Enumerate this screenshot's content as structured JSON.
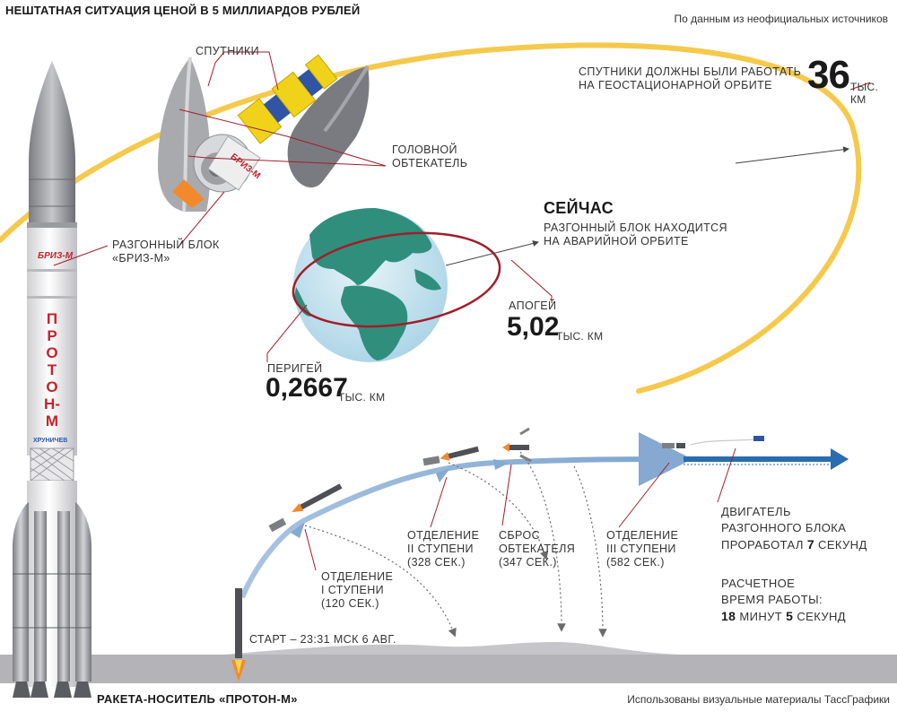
{
  "header": {
    "title": "НЕШТАТНАЯ СИТУАЦИЯ ЦЕНОЙ В 5 МИЛЛИАРДОВ РУБЛЕЙ",
    "source": "По данным из неофициальных источников"
  },
  "footer": {
    "rocket_caption": "РАКЕТА-НОСИТЕЛЬ «ПРОТОН-М»",
    "credit": "Использованы визуальные материалы ТассГрафики"
  },
  "rocket": {
    "breeze_mark": "БРИЗ-М",
    "name_vertical": "ПРОТОН-М",
    "maker": "ХРУНИЧЕВ"
  },
  "components": {
    "satellites": "СПУТНИКИ",
    "fairing_line1": "ГОЛОВНОЙ",
    "fairing_line2": "ОБТЕКАТЕЛЬ",
    "upper_stage_line1": "РАЗГОННЫЙ БЛОК",
    "upper_stage_line2": "«БРИЗ-М»",
    "breeze_mark": "БРИЗ-М"
  },
  "target_orbit": {
    "line1": "СПУТНИКИ ДОЛЖНЫ БЫЛИ РАБОТАТЬ",
    "line2": "НА ГЕОСТАЦИОНАРНОЙ ОРБИТЕ",
    "value": "36",
    "unit": "ТЫС. КМ"
  },
  "now": {
    "heading": "СЕЙЧАС",
    "line1": "РАЗГОННЫЙ БЛОК НАХОДИТСЯ",
    "line2": "НА АВАРИЙНОЙ ОРБИТЕ"
  },
  "apogee": {
    "label": "АПОГЕЙ",
    "value": "5,02",
    "unit": "ТЫС. КМ"
  },
  "perigee": {
    "label": "ПЕРИГЕЙ",
    "value": "0,2667",
    "unit": "ТЫС. КМ"
  },
  "events": {
    "start": "СТАРТ – 23:31 МСК 6 АВГ.",
    "stage1": {
      "line1": "ОТДЕЛЕНИЕ",
      "line2": "I СТУПЕНИ",
      "time": "(120 СЕК.)"
    },
    "stage2": {
      "line1": "ОТДЕЛЕНИЕ",
      "line2": "II СТУПЕНИ",
      "time": "(328 СЕК.)"
    },
    "fairing": {
      "line1": "СБРОС",
      "line2": "ОБТЕКАТЕЛЯ",
      "time": "(347 СЕК.)"
    },
    "stage3": {
      "line1": "ОТДЕЛЕНИЕ",
      "line2": "III СТУПЕНИ",
      "time": "(582 СЕК.)"
    }
  },
  "engine": {
    "line1": "ДВИГАТЕЛЬ",
    "line2": "РАЗГОННОГО БЛОКА",
    "line3": "ПРОРАБОТАЛ",
    "value": "7",
    "unit": "СЕКУНД"
  },
  "planned": {
    "line1": "РАСЧЕТНОЕ",
    "line2": "ВРЕМЯ РАБОТЫ:",
    "minutes": "18",
    "minutes_unit": "МИНУТ",
    "seconds": "5",
    "seconds_unit": "СЕКУНД"
  },
  "colors": {
    "orbit_yellow": "#f5c94c",
    "orbit_red": "#a01e2a",
    "flight_blue": "#7fa6cf",
    "arrow_blue": "#2a6cb0",
    "ocean": "#c9e4f0",
    "land": "#2f8f7c",
    "rocket_red": "#c2242c",
    "ground": "#b8b8bc"
  }
}
